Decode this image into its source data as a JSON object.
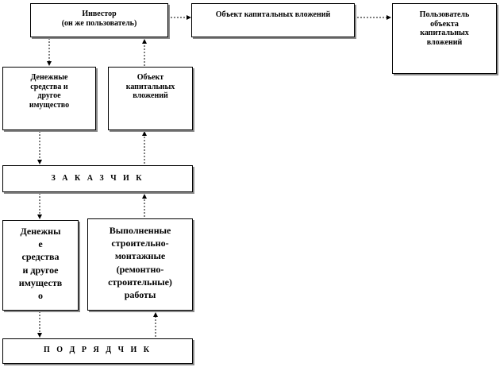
{
  "investor": {
    "line1": "Инвестор",
    "line2": "(он же пользователь)"
  },
  "capital_object_top": "Объект капитальных вложений",
  "user": {
    "line1": "Пользователь",
    "line2": "объекта",
    "line3": "капитальных",
    "line4": "вложений"
  },
  "money_upper": {
    "line1": "Денежные",
    "line2": "средства и",
    "line3": "другое",
    "line4": "имущество"
  },
  "capital_object_mid": {
    "line1": "Объект",
    "line2": "капитальных",
    "line3": "вложений"
  },
  "customer": "З А К А З Ч И К",
  "money_lower": {
    "line1": "Денежны",
    "line2": "е",
    "line3": "средства",
    "line4": "и другое",
    "line5": "имуществ",
    "line6": "о"
  },
  "works": {
    "line1": "Выполненные",
    "line2": "строительно-",
    "line3": "монтажные",
    "line4": "(ремонтно-",
    "line5": "строительные)",
    "line6": "работы"
  },
  "contractor": "П О Д Р Я Д Ч И К",
  "colors": {
    "border": "#000000",
    "shadow": "#8a8a8a",
    "background": "#ffffff"
  }
}
